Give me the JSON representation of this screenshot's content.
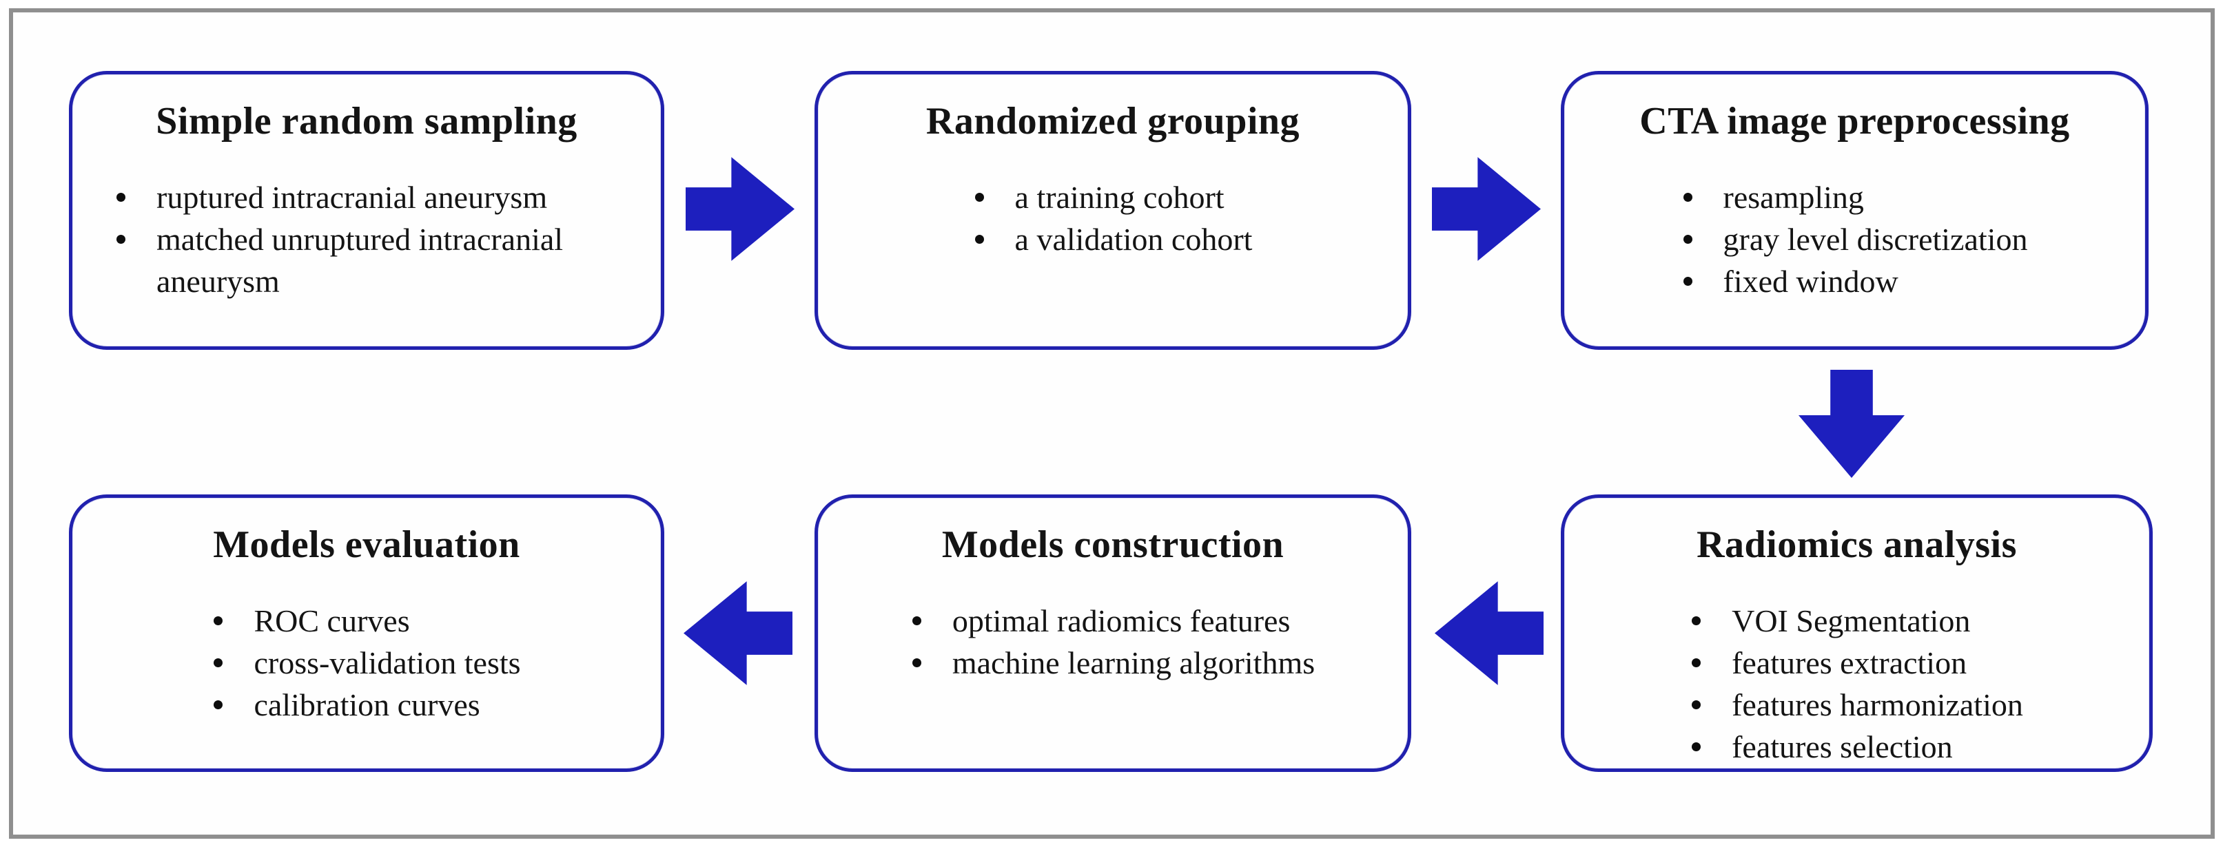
{
  "figure": {
    "type": "flowchart",
    "accent_border_color": "#2121ae",
    "arrow_color": "#1d1fbe",
    "outer_frame_color": "#8f8f8f",
    "text_color": "#141414"
  },
  "boxes": [
    {
      "title": "Simple random sampling",
      "items": [
        "ruptured intracranial aneurysm",
        "matched unruptured intracranial aneurysm"
      ]
    },
    {
      "title": "Randomized grouping",
      "items": [
        "a training cohort",
        "a validation cohort"
      ]
    },
    {
      "title": "CTA image preprocessing",
      "items": [
        "resampling",
        "gray level discretization",
        "fixed window"
      ]
    },
    {
      "title": "Radiomics analysis",
      "items": [
        "VOI Segmentation",
        "features extraction",
        "features harmonization",
        "features selection"
      ]
    },
    {
      "title": "Models construction",
      "items": [
        "optimal radiomics features",
        "machine learning algorithms"
      ]
    },
    {
      "title": "Models evaluation",
      "items": [
        "ROC curves",
        "cross-validation tests",
        "calibration curves"
      ]
    }
  ],
  "arrows": [
    {
      "from": "Simple random sampling",
      "to": "Randomized grouping",
      "direction": "right"
    },
    {
      "from": "Randomized grouping",
      "to": "CTA image preprocessing",
      "direction": "right"
    },
    {
      "from": "CTA image preprocessing",
      "to": "Radiomics analysis",
      "direction": "down"
    },
    {
      "from": "Radiomics analysis",
      "to": "Models construction",
      "direction": "left"
    },
    {
      "from": "Models construction",
      "to": "Models evaluation",
      "direction": "left"
    }
  ]
}
